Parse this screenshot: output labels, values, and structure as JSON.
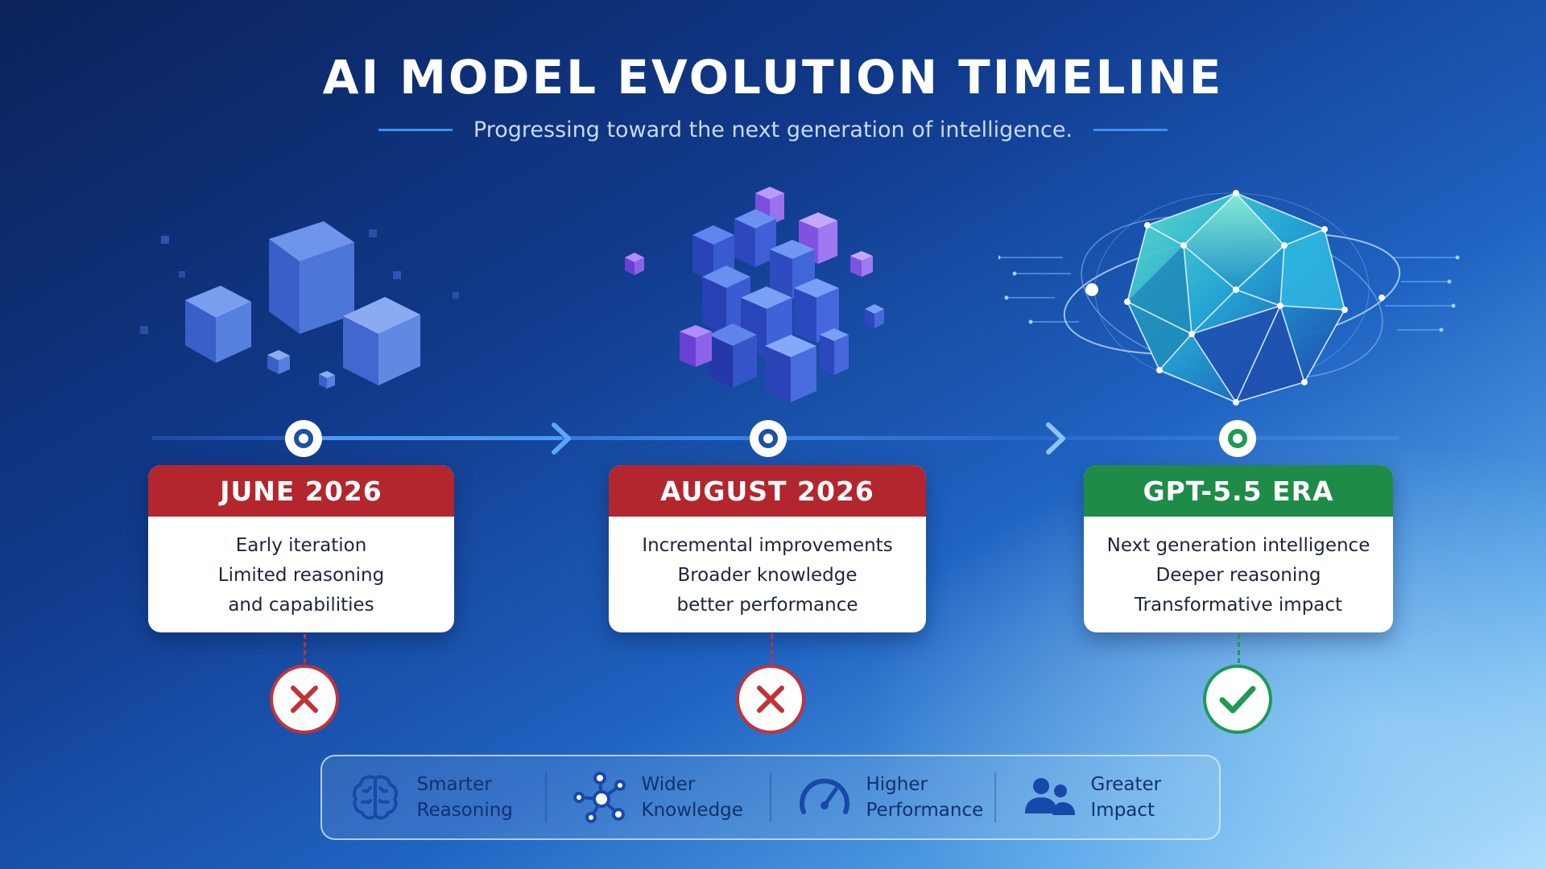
{
  "header": {
    "title": "AI MODEL EVOLUTION TIMELINE",
    "subtitle": "Progressing toward the next generation of intelligence."
  },
  "timeline": [
    {
      "label": "JUNE 2026",
      "lines": [
        "Early iteration",
        "Limited reasoning",
        "and capabilities"
      ],
      "status": "rejected"
    },
    {
      "label": "AUGUST 2026",
      "lines": [
        "Incremental improvements",
        "Broader knowledge",
        "better performance"
      ],
      "status": "rejected"
    },
    {
      "label": "GPT-5.5 ERA",
      "lines": [
        "Next generation intelligence",
        "Deeper reasoning",
        "Transformative impact"
      ],
      "status": "accepted"
    }
  ],
  "features": [
    {
      "line1": "Smarter",
      "line2": "Reasoning",
      "icon": "brain-icon"
    },
    {
      "line1": "Wider",
      "line2": "Knowledge",
      "icon": "network-icon"
    },
    {
      "line1": "Higher",
      "line2": "Performance",
      "icon": "gauge-icon"
    },
    {
      "line1": "Greater",
      "line2": "Impact",
      "icon": "users-icon"
    }
  ],
  "colors": {
    "red": "#b3262e",
    "green": "#1e8c48",
    "accent": "#3f8ff0",
    "feature_text": "#14306e"
  }
}
